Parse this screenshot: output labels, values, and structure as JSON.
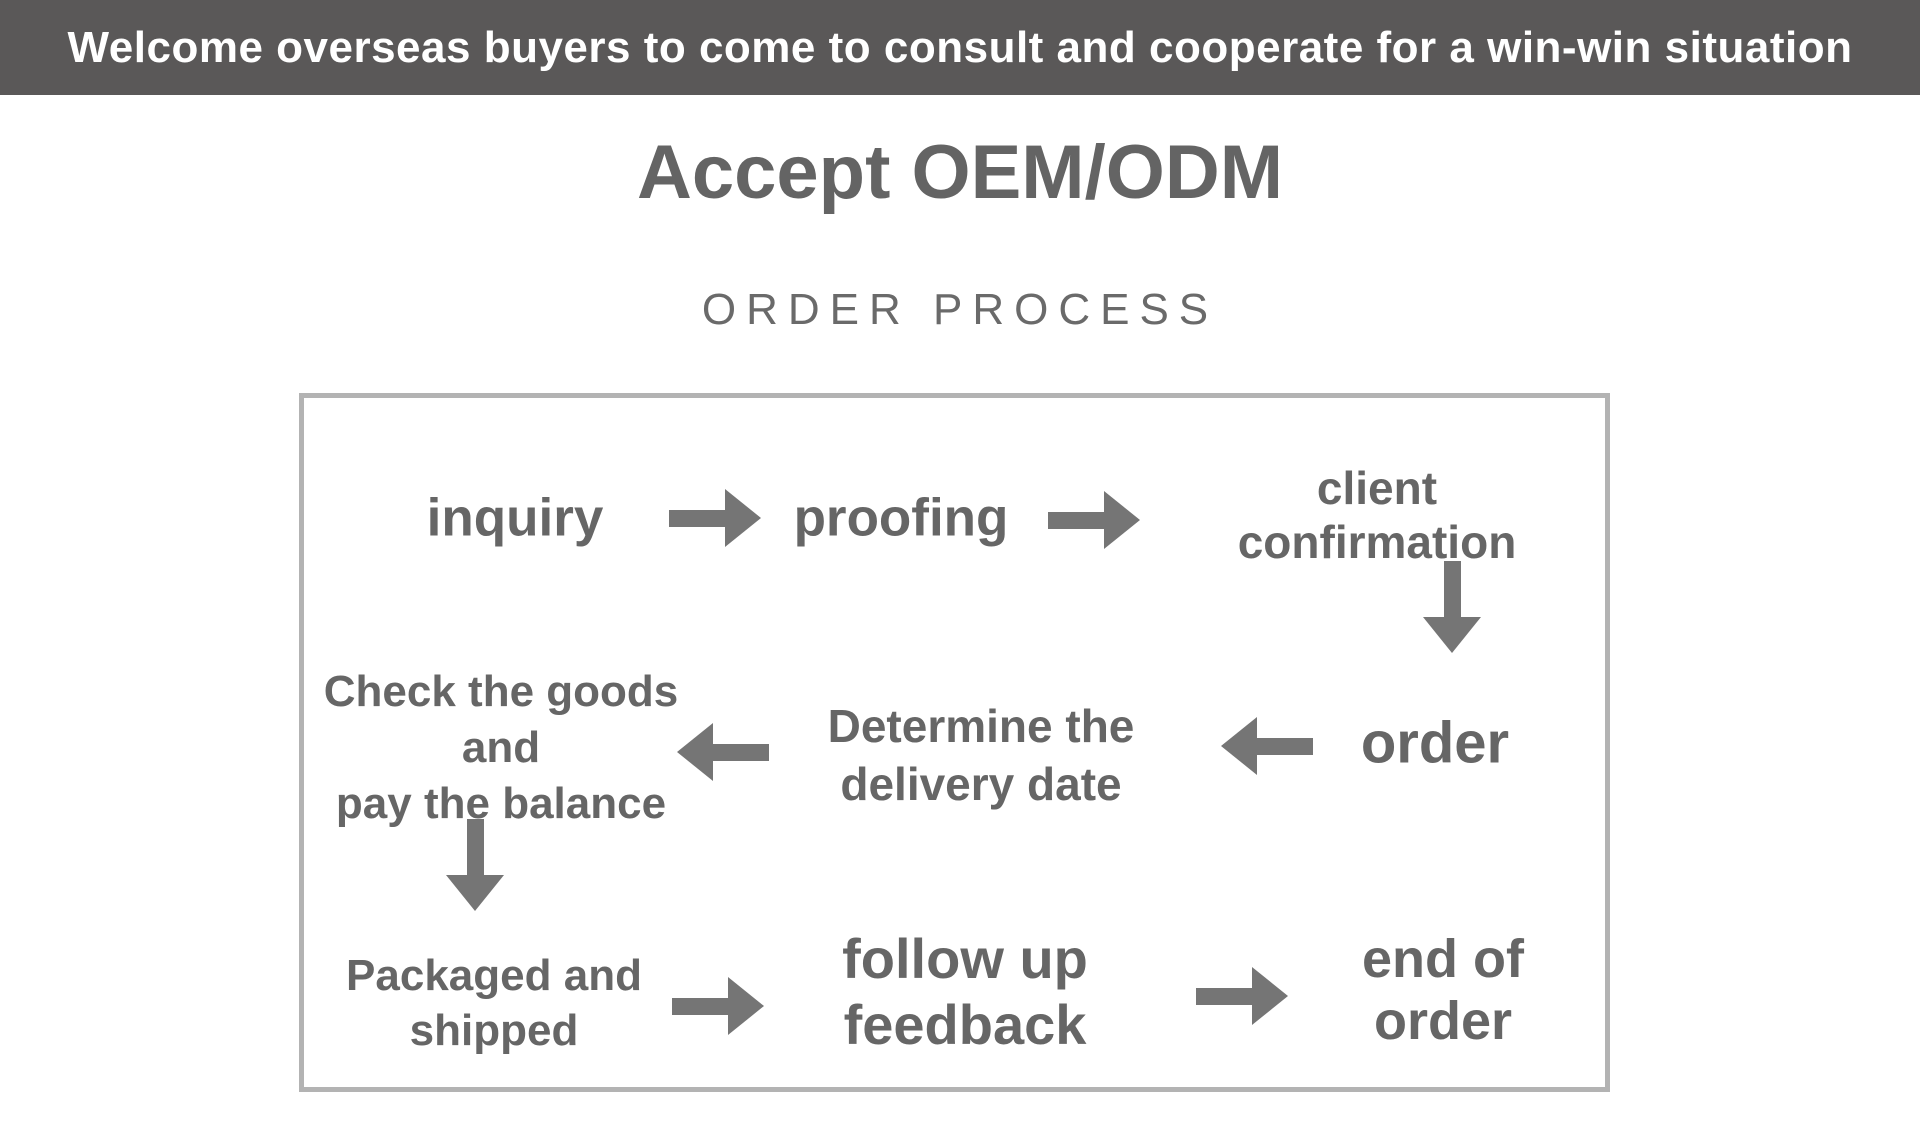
{
  "banner": {
    "text": "Welcome overseas buyers to come to consult and cooperate for a win-win situation"
  },
  "heading": {
    "title": "Accept OEM/ODM",
    "subtitle": "ORDER PROCESS"
  },
  "flow": {
    "inquiry": "inquiry",
    "proofing": "proofing",
    "client_confirmation": "client confirmation",
    "order": "order",
    "determine_delivery": "Determine the\ndelivery date",
    "check_goods": "Check the goods\nand\npay the balance",
    "packaged_shipped": "Packaged and\nshipped",
    "follow_up_feedback": "follow up\nfeedback",
    "end_of_order": "end of order"
  },
  "colors": {
    "banner-bg": "#5a5858",
    "banner-text": "#ffffff",
    "title": "#646464",
    "subtitle": "#6a6a6a",
    "text": "#666666",
    "arrow": "#757575",
    "border": "#b3b3b3",
    "page-bg": "#ffffff"
  }
}
